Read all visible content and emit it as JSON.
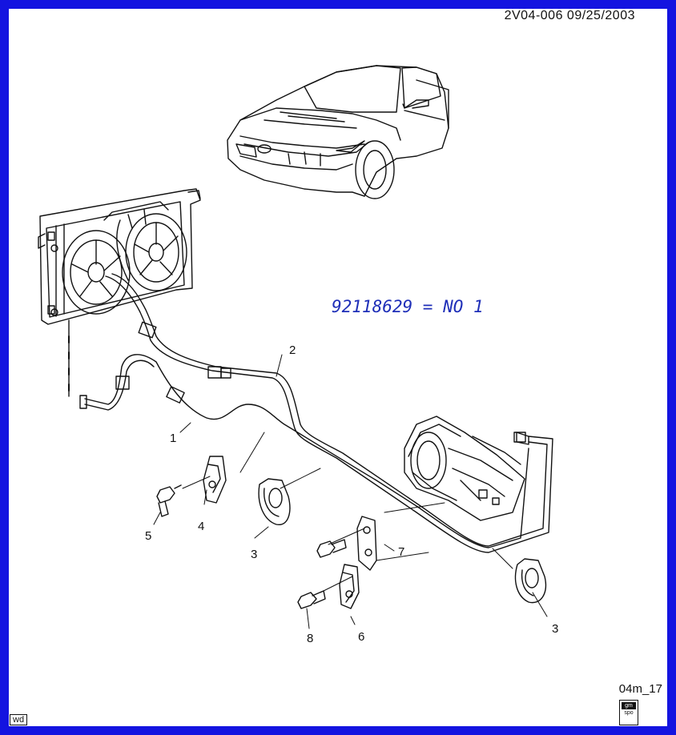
{
  "header": {
    "doc_ref": "2V04-006  09/25/2003"
  },
  "note": {
    "text": "92118629 = NO 1"
  },
  "footer": {
    "figure_id": "04m_17",
    "view_code": "wd",
    "badge_top": "gm",
    "badge_bottom": "spo"
  },
  "callouts": {
    "c1": "1",
    "c2": "2",
    "c3a": "3",
    "c3b": "3",
    "c4": "4",
    "c5": "5",
    "c6": "6",
    "c7": "7",
    "c8": "8"
  },
  "colors": {
    "border": "#1414e0",
    "note_ink": "#1f2fb8",
    "line": "#111111"
  }
}
